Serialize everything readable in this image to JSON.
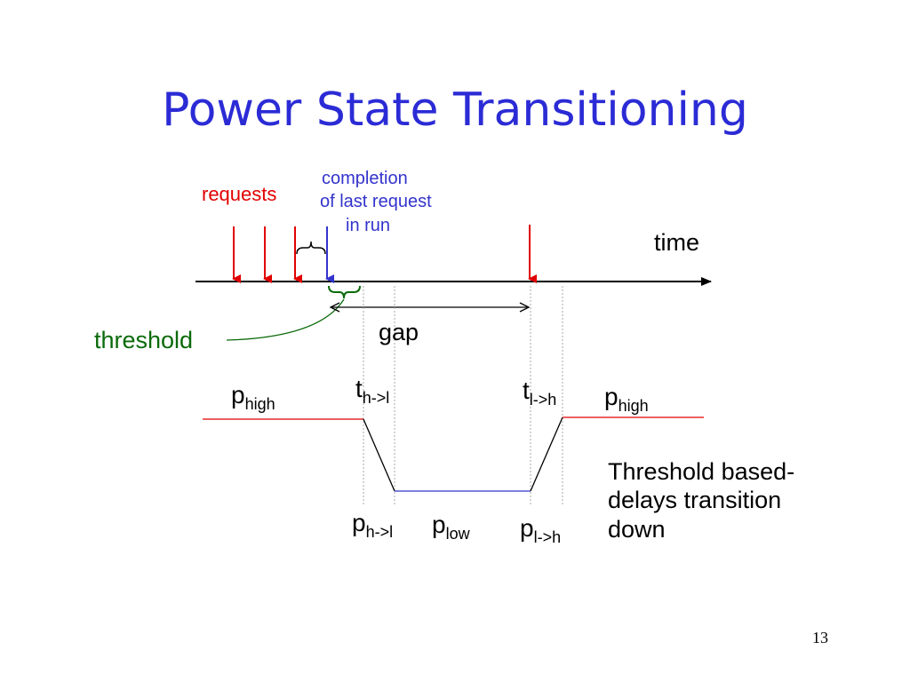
{
  "slide": {
    "title": "Power State Transitioning",
    "page_number": "13",
    "colors": {
      "title": "#2b2bd6",
      "requests": "#e10000",
      "completion": "#3333cc",
      "threshold": "#0a6a0a",
      "p_high_line": "#e10000",
      "p_low_line": "#3333cc"
    }
  },
  "labels": {
    "requests": "requests",
    "completion": [
      "completion",
      "of last request",
      "in run"
    ],
    "time": "time",
    "threshold": "threshold",
    "gap": "gap"
  },
  "power": {
    "p_high_left": {
      "base": "p",
      "sub": "high"
    },
    "p_high_right": {
      "base": "p",
      "sub": "high"
    },
    "t_h_l": {
      "base": "t",
      "sub": "h->l"
    },
    "t_l_h": {
      "base": "t",
      "sub": "l->h"
    },
    "p_h_l": {
      "base": "p",
      "sub": "h->l"
    },
    "p_low": {
      "base": "p",
      "sub": "low"
    },
    "p_l_h": {
      "base": "p",
      "sub": "l->h"
    }
  },
  "note": [
    "Threshold based-",
    "delays transition",
    "down"
  ]
}
